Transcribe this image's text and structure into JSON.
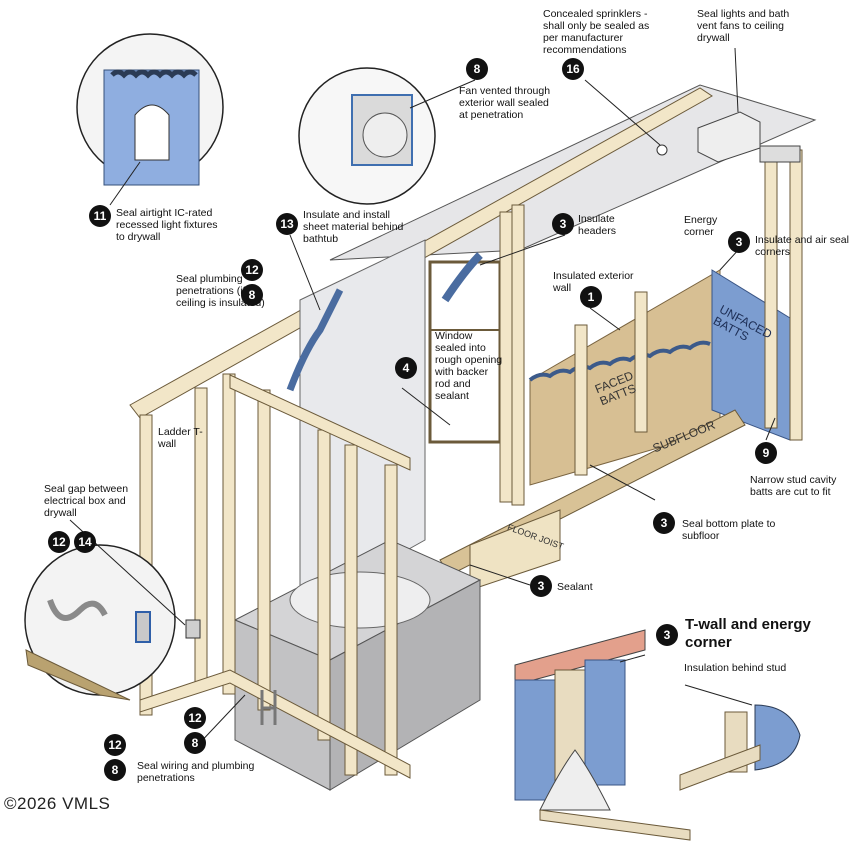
{
  "callouts": {
    "c1": {
      "badge": "11",
      "text": "Seal airtight IC-rated recessed light fixtures to drywall"
    },
    "c2": {
      "badge": "8",
      "text": "Fan vented through exterior wall sealed at penetration"
    },
    "c3": {
      "badge": "16",
      "text": "Concealed sprinklers - shall only be sealed as per manufacturer recommendations"
    },
    "c4": {
      "text": "Seal lights and bath vent fans to ceiling drywall"
    },
    "c5": {
      "badge": "13",
      "text": "Insulate and install sheet material behind bathtub"
    },
    "c6": {
      "badge": "3",
      "text": "Insulate headers"
    },
    "c7": {
      "text": "Energy corner"
    },
    "c8": {
      "badge": "3",
      "text": "Insulate and air seal corners"
    },
    "c9": {
      "badge_a": "12",
      "badge_b": "8",
      "text": "Seal plumbing penetrations (if ceiling is insulated)"
    },
    "c10": {
      "badge": "1",
      "text": "Insulated exterior wall"
    },
    "c11": {
      "badge": "4",
      "text": "Window sealed into rough opening with backer rod and sealant"
    },
    "c12": {
      "text": "Ladder T-wall"
    },
    "c13": {
      "badge": "9",
      "text": "Narrow stud cavity batts are cut to fit"
    },
    "c14": {
      "text": "Seal gap between electrical box and drywall"
    },
    "c15": {
      "badge_a": "12",
      "badge_b": "14"
    },
    "c16": {
      "badge": "3",
      "text": "Seal bottom plate to subfloor"
    },
    "c17": {
      "badge": "3",
      "text": "Sealant"
    },
    "c18": {
      "badge_a": "12",
      "badge_b": "8"
    },
    "c19": {
      "badge_a": "12",
      "badge_b": "8",
      "text": "Seal wiring and plumbing penetrations"
    },
    "c20": {
      "badge": "3",
      "title": "T-wall and energy corner"
    },
    "c21": {
      "text": "Insulation behind stud"
    }
  },
  "illustration_labels": {
    "faced_batts": "FACED BATTS",
    "unfaced_batts": "UNFACED BATTS",
    "subfloor": "SUBFLOOR",
    "floor_joist": "FLOOR JOIST"
  },
  "copyright": "©2026 VMLS"
}
